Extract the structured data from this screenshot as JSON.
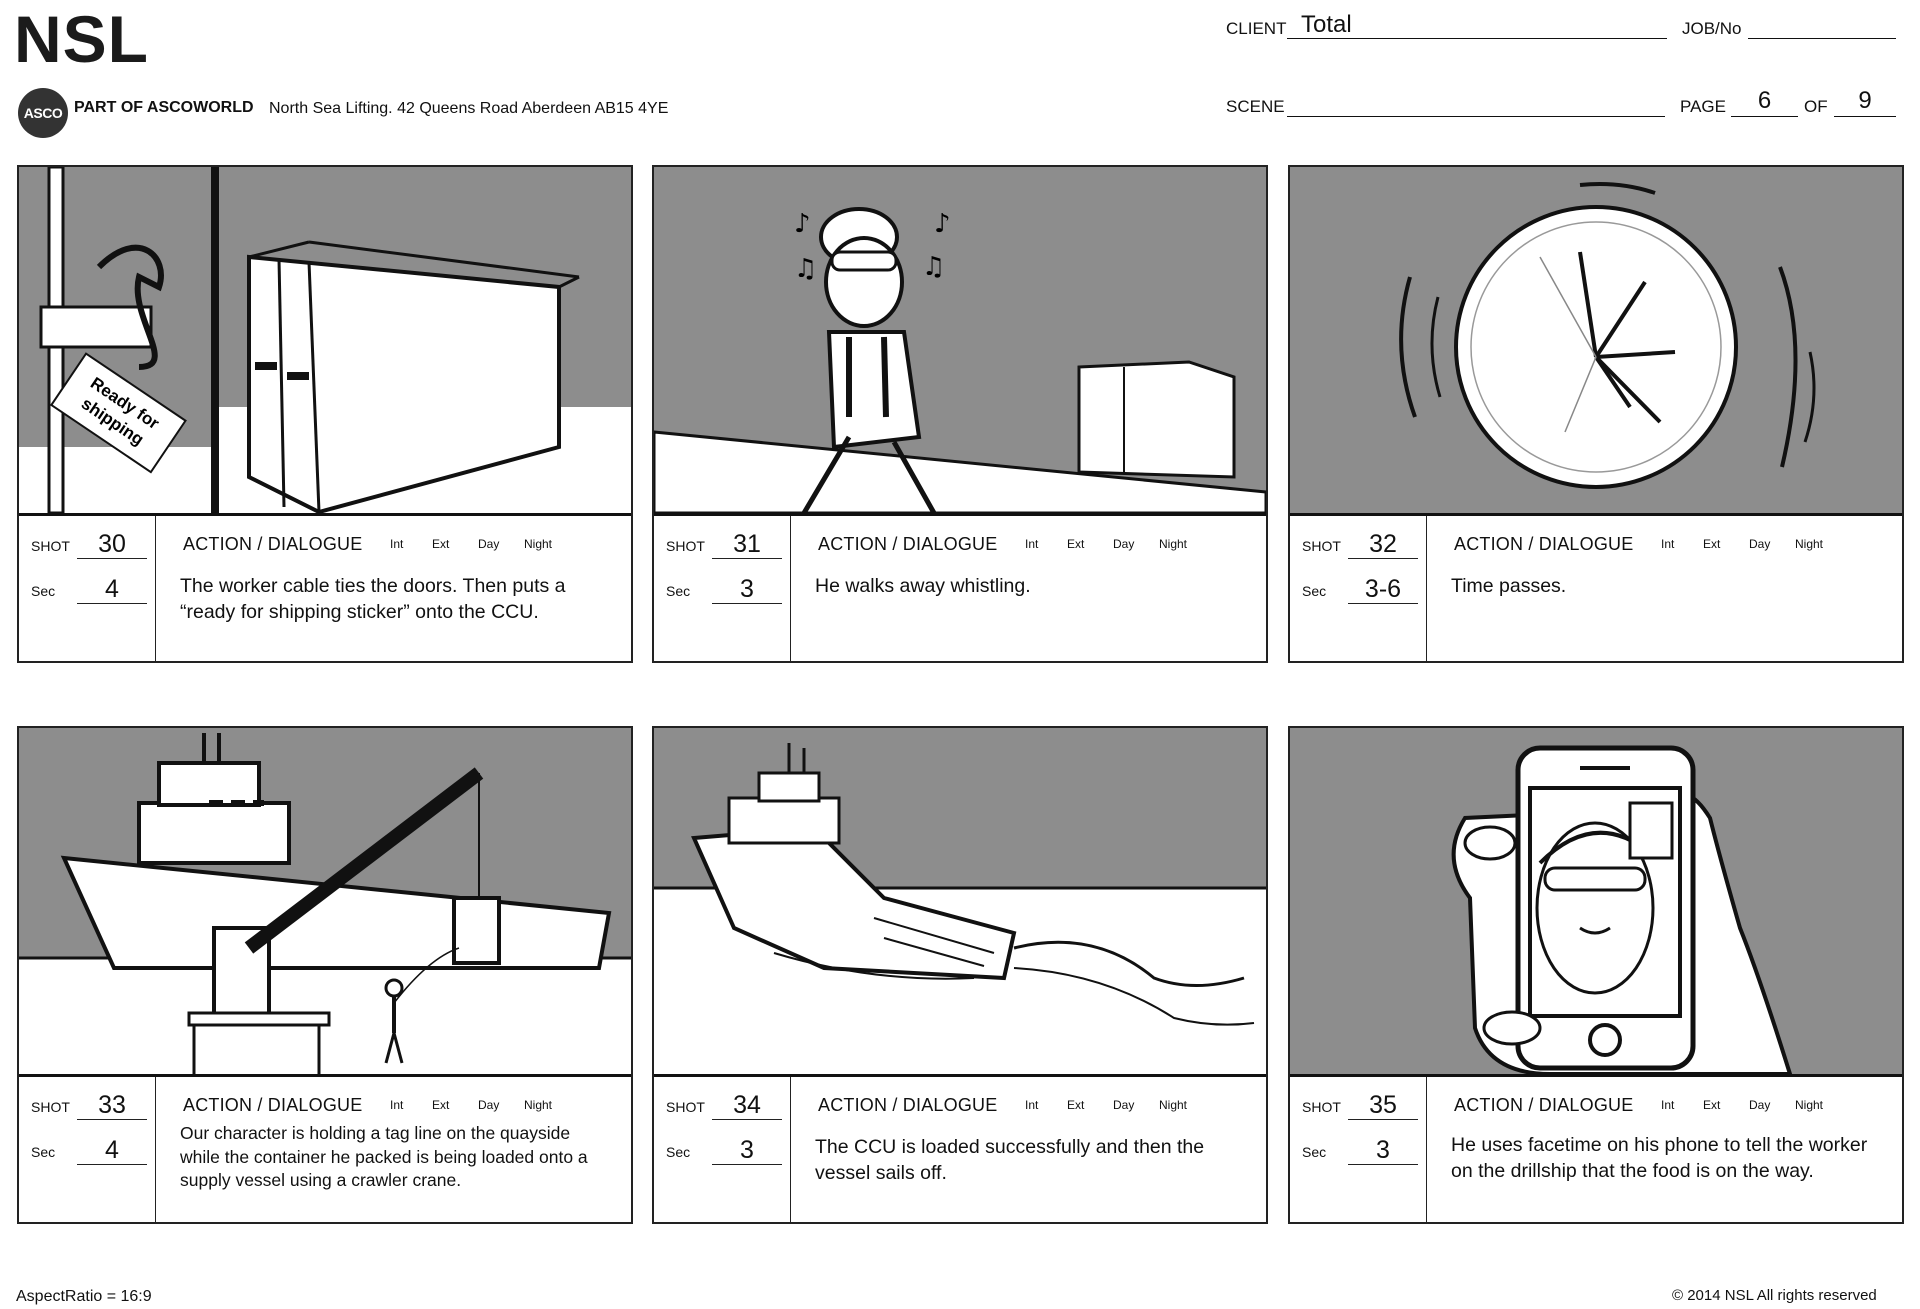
{
  "header": {
    "logo": "NSL",
    "badge": "ASCO",
    "group": "PART OF ASCOWORLD",
    "address": "North Sea Lifting. 42 Queens Road Aberdeen AB15 4YE",
    "client_label": "CLIENT",
    "client_value": "Total",
    "job_label": "JOB/No",
    "job_value": "",
    "scene_label": "SCENE",
    "scene_value": "",
    "page_label": "PAGE",
    "page_value": "6",
    "of_label": "OF",
    "of_value": "9"
  },
  "labels": {
    "shot": "SHOT",
    "sec": "Sec",
    "action": "ACTION / DIALOGUE",
    "int": "Int",
    "ext": "Ext",
    "day": "Day",
    "night": "Night"
  },
  "frames": [
    {
      "shot": "30",
      "sec": "4",
      "description": "The worker cable ties the doors.  Then puts a “ready for shipping sticker” onto the CCU.",
      "sticker": [
        "Ready for",
        "shipping"
      ]
    },
    {
      "shot": "31",
      "sec": "3",
      "description": "He walks away whistling."
    },
    {
      "shot": "32",
      "sec": "3-6",
      "description": "Time passes."
    },
    {
      "shot": "33",
      "sec": "4",
      "description": "Our character is holding a tag line on the quayside while the container he packed is being loaded onto a supply vessel using a crawler crane."
    },
    {
      "shot": "34",
      "sec": "3",
      "description": "The CCU is loaded successfully and then the vessel sails off."
    },
    {
      "shot": "35",
      "sec": "3",
      "description": "He uses facetime on his phone to tell the worker on the drillship that the food is on the way."
    }
  ],
  "footer": {
    "aspect": "AspectRatio = 16:9",
    "copyright": "© 2014 NSL All rights reserved"
  },
  "colors": {
    "sky": "#8d8d8d",
    "ink": "#111111",
    "paper": "#ffffff"
  }
}
